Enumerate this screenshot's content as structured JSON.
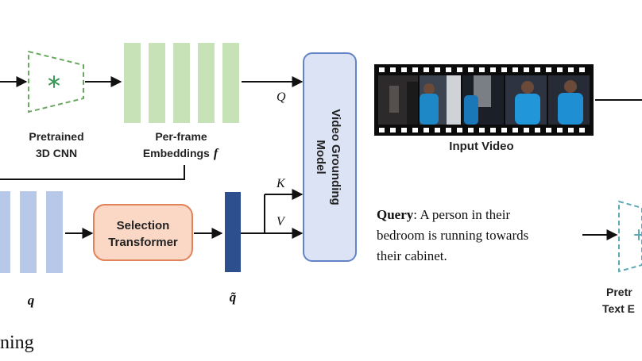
{
  "pretrained_cnn": {
    "line1": "Pretrained",
    "line2": "3D CNN",
    "icon": "snowflake-icon"
  },
  "frame_embeddings": {
    "line1": "Per-frame",
    "line2": "Embeddings",
    "symbol": "f"
  },
  "selection_transformer": {
    "line1": "Selection",
    "line2": "Transformer"
  },
  "query_tokens": {
    "symbol": "q"
  },
  "selected_tokens": {
    "symbol": "q̃"
  },
  "grounding_model": {
    "line1": "Video Grounding",
    "line2": "Model"
  },
  "arrow_labels": {
    "q": "Q",
    "k": "K",
    "v": "V"
  },
  "input_video": {
    "caption": "Input Video"
  },
  "query": {
    "label": "Query",
    "line1_rest": ": A person in their",
    "line2": "bedroom is running towards",
    "line3": "their cabinet."
  },
  "text_encoder": {
    "line1": "Pretr",
    "line2": "Text E"
  },
  "left_caption": {
    "text": "ning"
  },
  "colors": {
    "green_bar": "#c6e2b6",
    "green_dash": "#6aa861",
    "blue_bar": "#b8c8e8",
    "dark_blue_bar": "#2d4f8e",
    "selection_fill": "#fbd8c6",
    "selection_border": "#e0825a",
    "grounding_fill": "#dbe3f4",
    "grounding_border": "#6383c6",
    "text_encoder_dash": "#5aa9b5"
  }
}
